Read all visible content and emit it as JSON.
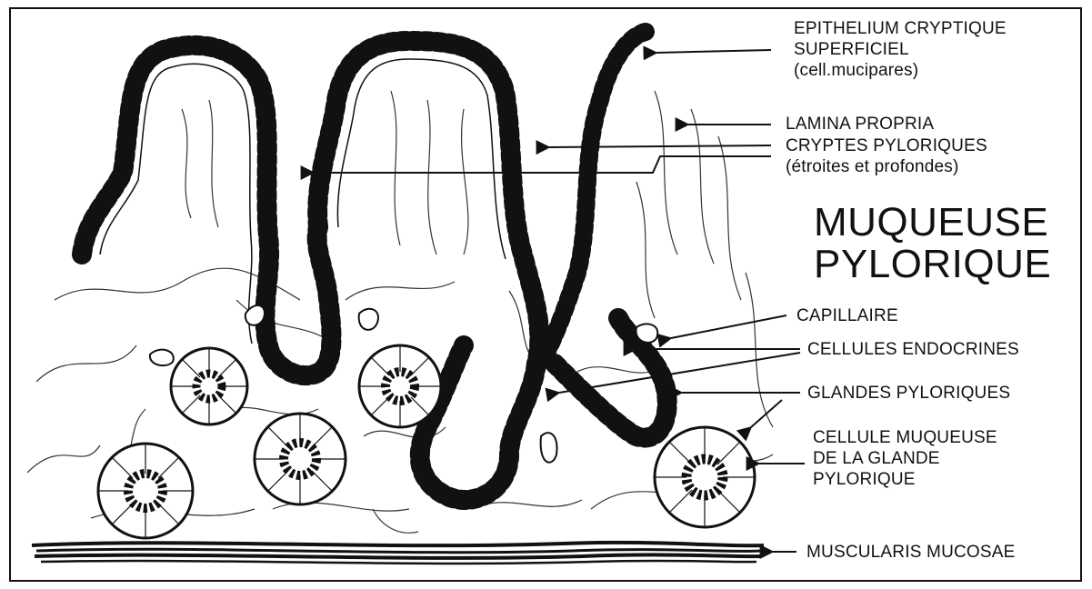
{
  "title": {
    "line1": "MUQUEUSE",
    "line2": "PYLORIQUE"
  },
  "labels": {
    "epithelium_line1": "EPITHELIUM CRYPTIQUE",
    "epithelium_line2": "SUPERFICIEL",
    "epithelium_line3": "(cell.mucipares)",
    "lamina_propria": "LAMINA PROPRIA",
    "cryptes_line1": "CRYPTES PYLORIQUES",
    "cryptes_line2": "(étroites et profondes)",
    "capillaire": "CAPILLAIRE",
    "cellules_endocrines": "CELLULES ENDOCRINES",
    "glandes_pyloriques": "GLANDES PYLORIQUES",
    "cellule_muqueuse_line1": "CELLULE MUQUEUSE",
    "cellule_muqueuse_line2": "DE LA GLANDE",
    "cellule_muqueuse_line3": "PYLORIQUE",
    "muscularis_mucosae": "MUSCULARIS MUCOSAE"
  },
  "colors": {
    "ink": "#111111",
    "background": "#ffffff"
  }
}
